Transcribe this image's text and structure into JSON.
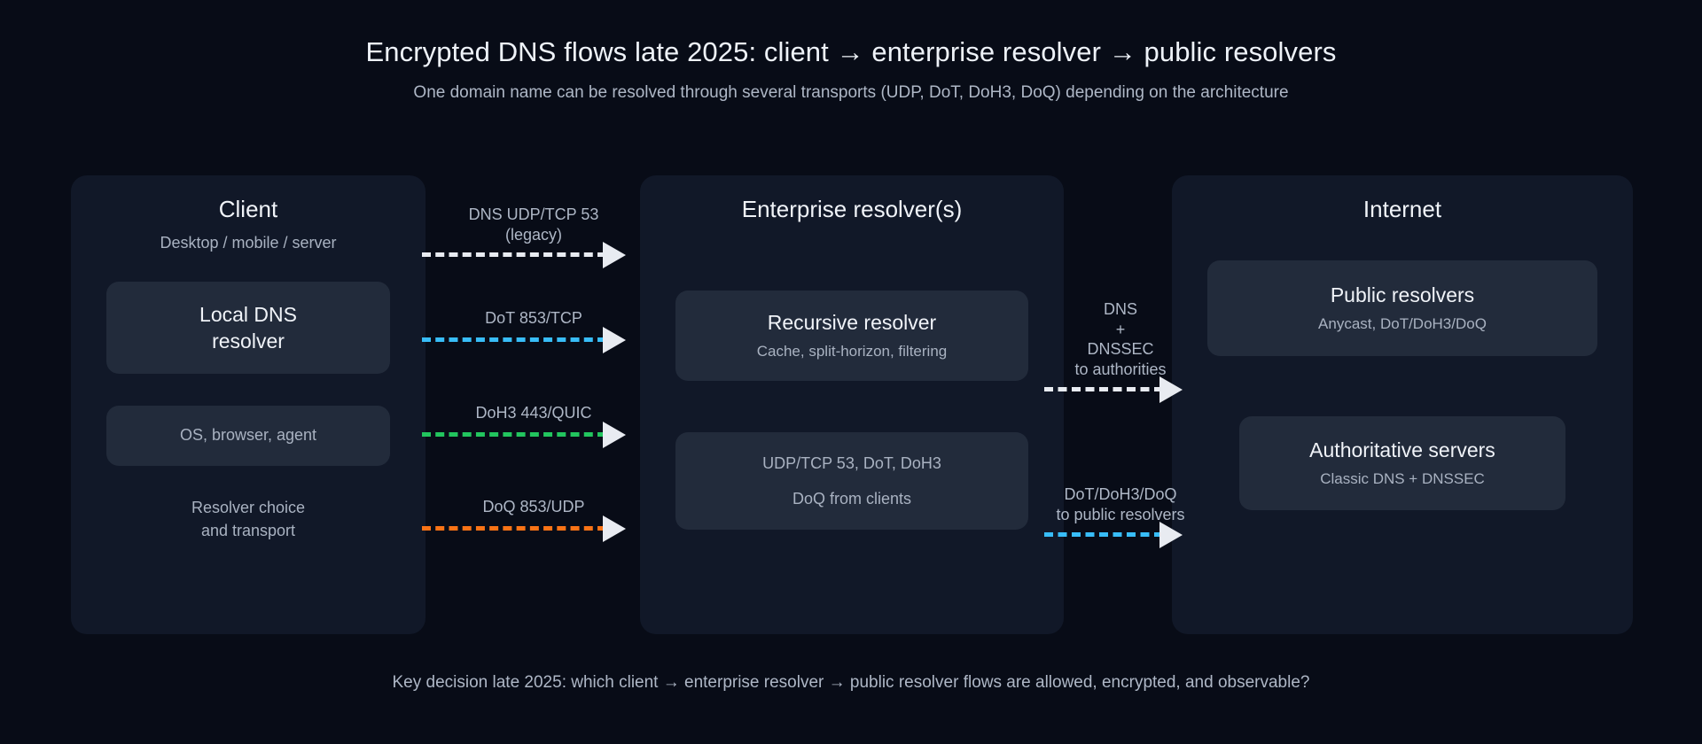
{
  "header": {
    "title": "Encrypted DNS flows late 2025: client → enterprise resolver → public resolvers",
    "subtitle": "One domain name can be resolved through several transports (UDP, DoT, DoH3, DoQ) depending on the architecture"
  },
  "footer": {
    "note": "Key decision late 2025: which client → enterprise resolver → public resolver flows are allowed, encrypted, and observable?"
  },
  "columns": {
    "client": {
      "title": "Client",
      "subtitle": "Desktop / mobile / server",
      "cards": [
        {
          "title": "Local DNS\nresolver"
        },
        {
          "title": "OS, browser, agent"
        }
      ],
      "footnote": "Resolver choice\nand transport"
    },
    "enterprise": {
      "title": "Enterprise resolver(s)",
      "cards": [
        {
          "title": "Recursive resolver",
          "subtitle": "Cache, split-horizon, filtering"
        },
        {
          "line1": "UDP/TCP 53, DoT, DoH3",
          "line2": "DoQ from clients"
        }
      ]
    },
    "internet": {
      "title": "Internet",
      "cards": [
        {
          "title": "Public resolvers",
          "subtitle": "Anycast, DoT/DoH3/DoQ"
        },
        {
          "title": "Authoritative servers",
          "subtitle": "Classic DNS + DNSSEC"
        }
      ]
    }
  },
  "flows": {
    "left": [
      {
        "label": "DNS UDP/TCP 53\n(legacy)",
        "color": "#e8ebf1"
      },
      {
        "label": "DoT 853/TCP",
        "color": "#38bdf8"
      },
      {
        "label": "DoH3 443/QUIC",
        "color": "#22c55e"
      },
      {
        "label": "DoQ 853/UDP",
        "color": "#f97316"
      }
    ],
    "right": [
      {
        "label": "DNS\n+\nDNSSEC\nto authorities",
        "color": "#e8ebf1"
      },
      {
        "label": "DoT/DoH3/DoQ\nto public resolvers",
        "color": "#38bdf8"
      }
    ]
  },
  "palette": {
    "background": "#080c17",
    "panel": "#111828",
    "card": "#222b3b",
    "text_primary": "#f0f3f8",
    "text_muted": "#a9b2c1",
    "accent_dot": "#38bdf8",
    "accent_doh3": "#22c55e",
    "accent_doq": "#f97316",
    "accent_legacy": "#e8ebf1"
  }
}
